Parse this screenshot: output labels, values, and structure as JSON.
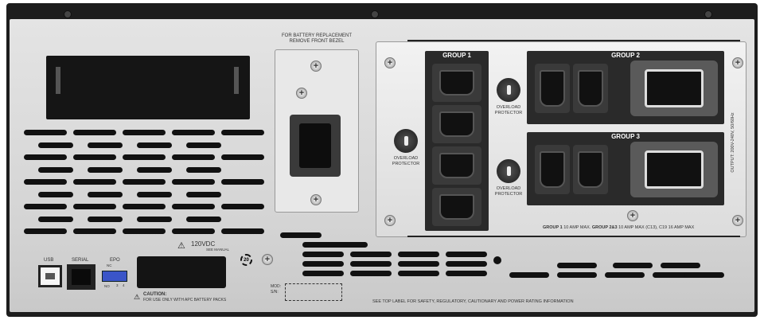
{
  "battery_notice": {
    "line1": "FOR BATTERY REPLACEMENT",
    "line2": "REMOVE FRONT BEZEL"
  },
  "ports": {
    "usb": "USB",
    "serial": "SERIAL",
    "epo": "EPO",
    "epo_nc": "NC",
    "epo_no": "NO",
    "epo_pins": [
      "3",
      "4"
    ]
  },
  "battery_warning": {
    "voltage": "120VDC",
    "see_manual": "SEE MANUAL"
  },
  "caution": {
    "title": "CAUTION:",
    "text": "FOR USE ONLY WITH APC BATTERY PACKS"
  },
  "recycle_badge": "20",
  "mod_sn": {
    "mod": "MOD:",
    "sn": "S/N:"
  },
  "groups": {
    "group1": "GROUP 1",
    "group2": "GROUP 2",
    "group3": "GROUP 3"
  },
  "overload_protector": {
    "line1": "OVERLOAD",
    "line2": "PROTECTOR"
  },
  "rating": {
    "g1": "GROUP 1",
    "g1_text": "10 AMP MAX.",
    "g23": "GROUP 2&3",
    "g23_text": "10 AMP MAX (C13), C19 16 AMP MAX"
  },
  "output_label": "OUTPUT: 200V-240V, 50/60Hz",
  "bottom_notice": "SEE TOP LABEL FOR SAFETY, REGULATORY, CAUTIONARY AND POWER RATING INFORMATION",
  "colors": {
    "panel": "#d9d9d9",
    "chassis": "#1d1d1d",
    "epo_connector": "#3a55c8"
  }
}
